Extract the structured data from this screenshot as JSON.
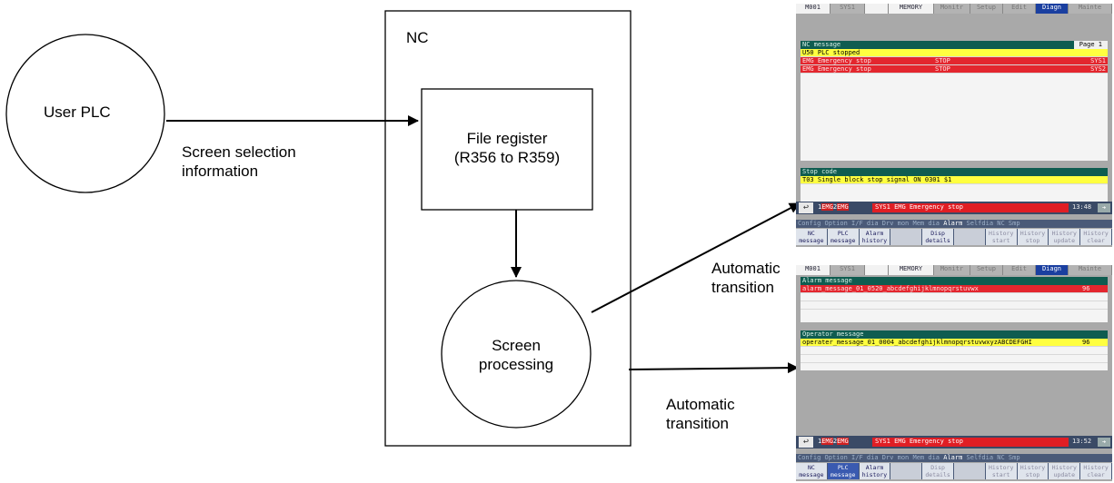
{
  "diagram": {
    "user_plc": "User PLC",
    "nc_label": "NC",
    "file_register_line1": "File register",
    "file_register_line2": "(R356 to R359)",
    "screen_selection_line1": "Screen selection",
    "screen_selection_line2": "information",
    "screen_processing_line1": "Screen",
    "screen_processing_line2": "processing",
    "auto1_line1": "Automatic",
    "auto1_line2": "transition",
    "auto2_line1": "Automatic",
    "auto2_line2": "transition"
  },
  "screen1": {
    "tabs": [
      "M001",
      "SYS1",
      "",
      "MEMORY",
      "Monitr",
      "Setup",
      "Edit",
      "Diagn",
      "Mainte"
    ],
    "nc_header": "NC message",
    "page": "Page  1",
    "rows": [
      {
        "c1": "U50  PLC stopped",
        "c2": "",
        "c3": ""
      },
      {
        "c1": "EMG  Emergency stop",
        "c2": "STOP",
        "c3": "SYS1"
      },
      {
        "c1": "EMG  Emergency stop",
        "c2": "STOP",
        "c3": "SYS2"
      }
    ],
    "stop_header": "Stop code",
    "stop_row": "T03 Single block stop signal ON 0301  $1",
    "status_emg": [
      "1",
      "EMG",
      "2",
      "EMG"
    ],
    "status_msg": "SYS1 EMG  Emergency stop",
    "clock": "13:48",
    "menu_line": [
      "Config",
      "Option",
      "I/F dia",
      "Drv mon",
      "Mem dia",
      "Alarm",
      "Selfdia",
      "NC Smp"
    ],
    "keys": [
      [
        "NC",
        "message"
      ],
      [
        "PLC",
        "message"
      ],
      [
        "Alarm",
        "history"
      ],
      [
        "",
        ""
      ],
      [
        "Disp",
        "details"
      ],
      [
        "",
        ""
      ],
      [
        "History",
        "start"
      ],
      [
        "History",
        "stop"
      ],
      [
        "History",
        "update"
      ],
      [
        "History",
        "clear"
      ]
    ]
  },
  "screen2": {
    "tabs": [
      "M001",
      "SYS1",
      "",
      "MEMORY",
      "Monitr",
      "Setup",
      "Edit",
      "Diagn",
      "Mainte"
    ],
    "alarm_header": "Alarm message",
    "alarm_row": {
      "text": "alarm_message_01_0520_abcdefghijklmnopqrstuvwx",
      "val": "96"
    },
    "operator_header": "Operator message",
    "operator_row": {
      "text": "operater_message_01_0004_abcdefghijklmnopqrstuvwxyzABCDEFGHI",
      "val": "96"
    },
    "status_emg": [
      "1",
      "EMG",
      "2",
      "EMG"
    ],
    "status_msg": "SYS1 EMG  Emergency stop",
    "clock": "13:52",
    "menu_line": [
      "Config",
      "Option",
      "I/F dia",
      "Drv mon",
      "Mem dia",
      "Alarm",
      "Selfdia",
      "NC Smp"
    ],
    "keys": [
      [
        "NC",
        "message"
      ],
      [
        "PLC",
        "message"
      ],
      [
        "Alarm",
        "history"
      ],
      [
        "",
        ""
      ],
      [
        "Disp",
        "details"
      ],
      [
        "",
        ""
      ],
      [
        "History",
        "start"
      ],
      [
        "History",
        "stop"
      ],
      [
        "History",
        "update"
      ],
      [
        "History",
        "clear"
      ]
    ]
  },
  "colors": {
    "alarm_red": "#e3262e",
    "message_yellow": "#ffff40",
    "header_green": "#0f5c50",
    "tab_blue": "#1a3fa0"
  }
}
